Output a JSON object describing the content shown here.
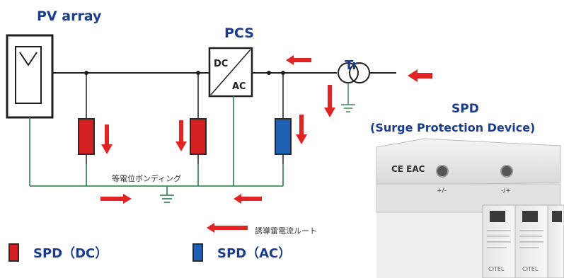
{
  "labels": {
    "pv_array": "PV array",
    "pcs": "PCS",
    "tr": "Tr",
    "dc": "DC",
    "ac": "AC",
    "spd_title": "SPD",
    "spd_full": "(Surge Protection Device)",
    "bonding": "等電位ボンディング",
    "surge_route": "誘導雷電流ルート"
  },
  "legend": [
    {
      "label": "SPD（DC）",
      "color": "#d42020"
    },
    {
      "label": "SPD（AC）",
      "color": "#1f5fb4"
    }
  ],
  "device": {
    "mark": "CE EAC",
    "terminal_left": "+/-",
    "terminal_right": "-/+",
    "brand": "CITEL"
  },
  "colors": {
    "title_text": "#1b3c8c",
    "wire": "#1f1f1f",
    "ground_wire": "#3c8c5a",
    "spd_dc": "#d42020",
    "spd_ac": "#1f5fb4",
    "arrow": "#e02424"
  }
}
